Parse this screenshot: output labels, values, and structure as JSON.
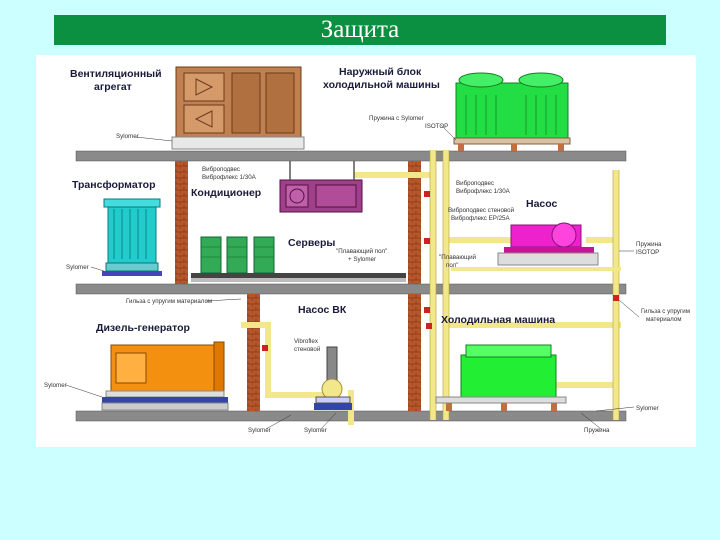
{
  "slide": {
    "title": "Защита"
  },
  "diagram": {
    "labels": {
      "vent_line1": "Вентиляционный",
      "vent_line2": "агрегат",
      "outdoor_line1": "Наружный блок",
      "outdoor_line2": "холодильной машины",
      "transformer": "Трансформатор",
      "conditioner": "Кондиционер",
      "servers": "Серверы",
      "pump": "Насос",
      "pump_vk": "Насос ВК",
      "diesel": "Дизель-генератор",
      "chiller": "Холодильная машина"
    },
    "notes": {
      "sylomer_top": "Sylomer",
      "spring_sylomer_1": "Пружина с Sylomer",
      "spring_sylomer_2": "ISOTOP",
      "vibro_cond_1": "Виброподвес",
      "vibro_cond_2": "Виброфлекс 1/30А",
      "vibro_right_1": "Виброподвес",
      "vibro_right_2": "Виброфлекс 1/30А",
      "vibro_wall_1": "Виброподвес стеновой",
      "vibro_wall_2": "Виброфлекс ЕР/25А",
      "floating_floor_1": "\"Плавающий пол\"",
      "floating_floor_2": "+ Sylomer",
      "floating_floor_3": "\"Плавающий",
      "floating_floor_4": "пол\"",
      "spring_isotop_1": "Пружина",
      "spring_isotop_2": "ISOTOP",
      "sylomer_transformer": "Sylomer",
      "sleeve_left": "Гильза с упругим материалом",
      "sleeve_right_1": "Гильза с упругим",
      "sleeve_right_2": "материалом",
      "vibroflex_1": "Vibroflex",
      "vibroflex_2": "стеновой",
      "sylomer_diesel": "Sylomer",
      "sylomer_bottom1": "Sylomer",
      "sylomer_bottom2": "Sylomer",
      "sylomer_chiller": "Sylomer",
      "spring_bottom": "Пружина"
    }
  },
  "colors": {
    "title_bar": "#0a9040",
    "background": "#ccffff",
    "slab": "#8a8a8a",
    "brick": "#b5562c",
    "pipe": "#f2e78a",
    "ahu": "#c08050",
    "outdoor_unit": "#22dd44",
    "transformer": "#22cccc",
    "conditioner": "#a0408a",
    "servers": "#33aa55",
    "pump": "#ee22cc",
    "diesel": "#f39010",
    "chiller": "#22ee33"
  }
}
